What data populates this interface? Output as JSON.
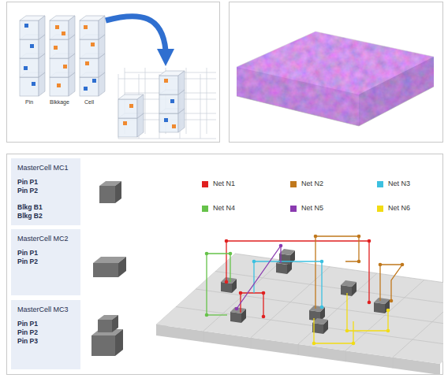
{
  "diagram": {
    "nodes": [
      {
        "text": [
          "MasterCell MC1",
          "Pin P1",
          "Pin P2",
          "Blkg B1",
          "Blkg B2"
        ]
      },
      {
        "text": [
          "MasterCell MC2",
          "Pin P1",
          "Pin P2"
        ]
      },
      {
        "text": [
          "MasterCell MC3",
          "Pin P1",
          "Pin P2",
          "Pin P3"
        ]
      }
    ],
    "labels": [
      "Pin",
      "Blkkage",
      "Cell"
    ],
    "legend": [
      {
        "text": "Net N1",
        "color": "#e02020"
      },
      {
        "text": "Net N2",
        "color": "#c0781c"
      },
      {
        "text": "Net N3",
        "color": "#3cc0e0"
      },
      {
        "text": "Net N4",
        "color": "#66c24a"
      },
      {
        "text": "Net N5",
        "color": "#8a3ab0"
      },
      {
        "text": "Net N6",
        "color": "#f2dc14"
      }
    ]
  }
}
